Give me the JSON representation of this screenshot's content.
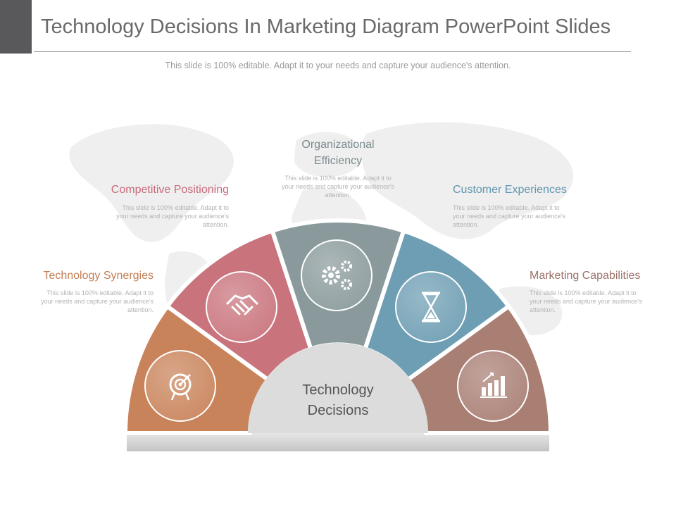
{
  "title": "Technology Decisions In Marketing Diagram PowerPoint Slides",
  "subtitle": "This slide is 100% editable. Adapt it to your needs and capture your audience's attention.",
  "center": {
    "line1": "Technology",
    "line2": "Decisions"
  },
  "segments": [
    {
      "label": "Technology Synergies",
      "desc": "This slide is 100% editable. Adapt it to your needs and capture your audience's attention.",
      "color": "#c9835a",
      "label_color": "#c57e54",
      "icon": "target-icon"
    },
    {
      "label": "Competitive Positioning",
      "desc": "This slide is 100% editable. Adapt it to your needs and capture your audience's attention.",
      "color": "#c9737c",
      "label_color": "#c9697a",
      "icon": "handshake-icon"
    },
    {
      "label_line1": "Organizational",
      "label_line2": "Efficiency",
      "desc": "This slide is 100% editable. Adapt it to your needs and capture your audience's attention.",
      "color": "#8a9a9c",
      "label_color": "#7b8b8e",
      "icon": "gears-icon"
    },
    {
      "label": "Customer Experiences",
      "desc": "This slide is 100% editable. Adapt it to your needs and capture your audience's attention.",
      "color": "#6e9eb3",
      "label_color": "#5f95b0",
      "icon": "hourglass-icon"
    },
    {
      "label": "Marketing Capabilities",
      "desc": "This slide is 100% editable. Adapt it to your needs and capture your audience's attention.",
      "color": "#a97f74",
      "label_color": "#9c7268",
      "icon": "growth-chart-icon"
    }
  ]
}
